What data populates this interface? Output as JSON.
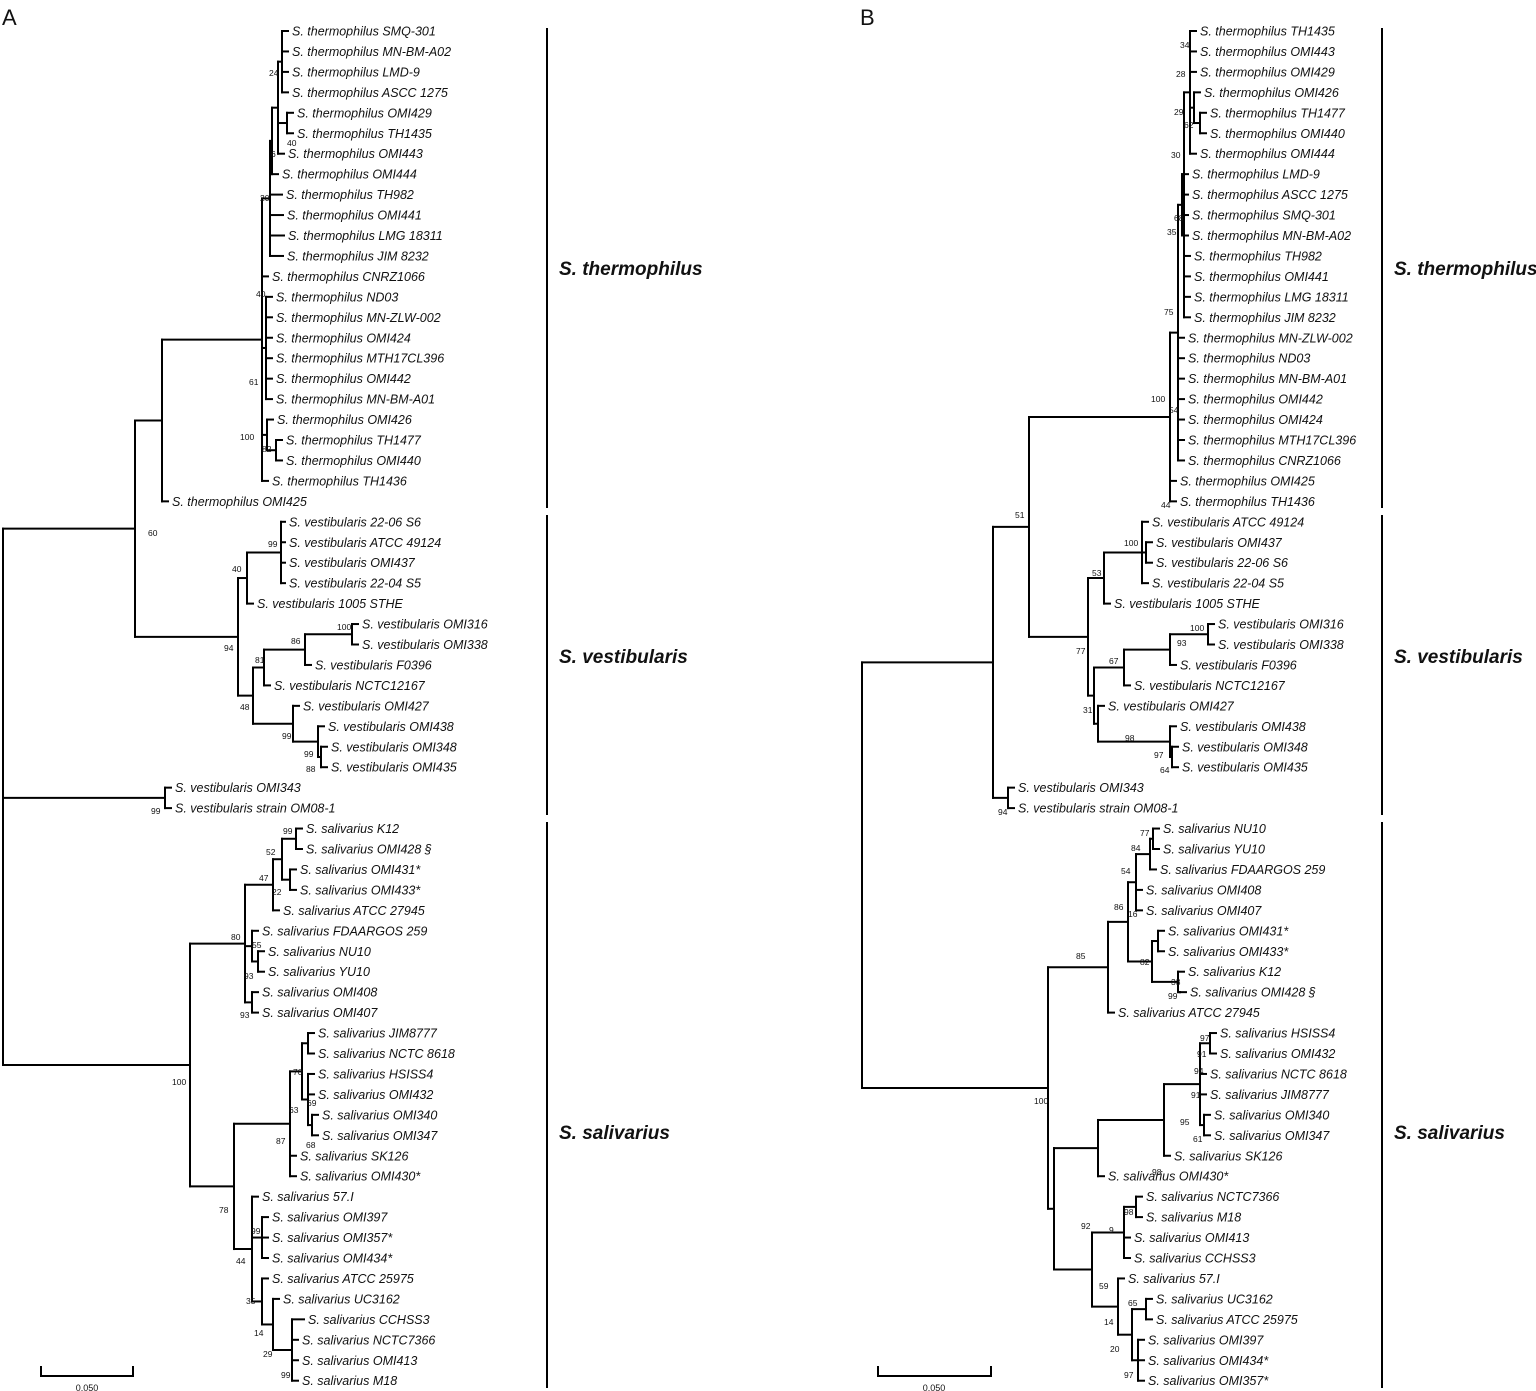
{
  "panels": [
    {
      "label": "A",
      "scale_label": "0.050",
      "clades": [
        "S. thermophilus",
        "S. vestibularis",
        "S. salivarius"
      ],
      "leaves": [
        {
          "genus": "S.",
          "name": "thermophilus SMQ-301"
        },
        {
          "genus": "S.",
          "name": "thermophilus MN-BM-A02"
        },
        {
          "genus": "S.",
          "name": "thermophilus LMD-9"
        },
        {
          "genus": "S.",
          "name": "thermophilus ASCC 1275"
        },
        {
          "genus": "S.",
          "name": "thermophilus OMI429"
        },
        {
          "genus": "S.",
          "name": "thermophilus TH1435"
        },
        {
          "genus": "S.",
          "name": "thermophilus OMI443"
        },
        {
          "genus": "S.",
          "name": "thermophilus OMI444"
        },
        {
          "genus": "S.",
          "name": "thermophilus TH982"
        },
        {
          "genus": "S.",
          "name": "thermophilus OMI441"
        },
        {
          "genus": "S.",
          "name": "thermophilus LMG 18311"
        },
        {
          "genus": "S.",
          "name": "thermophilus JIM 8232"
        },
        {
          "genus": "S.",
          "name": "thermophilus CNRZ1066"
        },
        {
          "genus": "S.",
          "name": "thermophilus ND03"
        },
        {
          "genus": "S.",
          "name": "thermophilus MN-ZLW-002"
        },
        {
          "genus": "S.",
          "name": "thermophilus OMI424"
        },
        {
          "genus": "S.",
          "name": "thermophilus MTH17CL396"
        },
        {
          "genus": "S.",
          "name": "thermophilus OMI442"
        },
        {
          "genus": "S.",
          "name": "thermophilus MN-BM-A01"
        },
        {
          "genus": "S.",
          "name": "thermophilus OMI426"
        },
        {
          "genus": "S.",
          "name": "thermophilus TH1477"
        },
        {
          "genus": "S.",
          "name": "thermophilus OMI440"
        },
        {
          "genus": "S.",
          "name": "thermophilus TH1436"
        },
        {
          "genus": "S.",
          "name": "thermophilus OMI425"
        },
        {
          "genus": "S.",
          "name": "vestibularis 22-06 S6"
        },
        {
          "genus": "S.",
          "name": "vestibularis ATCC 49124"
        },
        {
          "genus": "S.",
          "name": "vestibularis OMI437"
        },
        {
          "genus": "S.",
          "name": "vestibularis 22-04 S5"
        },
        {
          "genus": "S.",
          "name": "vestibularis 1005 STHE"
        },
        {
          "genus": "S.",
          "name": "vestibularis OMI316"
        },
        {
          "genus": "S.",
          "name": "vestibularis OMI338"
        },
        {
          "genus": "S.",
          "name": "vestibularis F0396"
        },
        {
          "genus": "S.",
          "name": "vestibularis NCTC12167"
        },
        {
          "genus": "S.",
          "name": "vestibularis OMI427"
        },
        {
          "genus": "S.",
          "name": "vestibularis OMI438"
        },
        {
          "genus": "S.",
          "name": "vestibularis OMI348"
        },
        {
          "genus": "S.",
          "name": "vestibularis OMI435"
        },
        {
          "genus": "S.",
          "name": "vestibularis OMI343"
        },
        {
          "genus": "S.",
          "name": "vestibularis strain OM08-1"
        },
        {
          "genus": "S.",
          "name": "salivarius K12"
        },
        {
          "genus": "S.",
          "name": "salivarius OMI428 §"
        },
        {
          "genus": "S.",
          "name": "salivarius OMI431*"
        },
        {
          "genus": "S.",
          "name": "salivarius OMI433*"
        },
        {
          "genus": "S.",
          "name": "salivarius ATCC 27945"
        },
        {
          "genus": "S.",
          "name": "salivarius FDAARGOS 259"
        },
        {
          "genus": "S.",
          "name": "salivarius NU10"
        },
        {
          "genus": "S.",
          "name": "salivarius YU10"
        },
        {
          "genus": "S.",
          "name": "salivarius OMI408"
        },
        {
          "genus": "S.",
          "name": "salivarius OMI407"
        },
        {
          "genus": "S.",
          "name": "salivarius JIM8777"
        },
        {
          "genus": "S.",
          "name": "salivarius NCTC 8618"
        },
        {
          "genus": "S.",
          "name": "salivarius HSISS4"
        },
        {
          "genus": "S.",
          "name": "salivarius OMI432"
        },
        {
          "genus": "S.",
          "name": "salivarius OMI340"
        },
        {
          "genus": "S.",
          "name": "salivarius OMI347"
        },
        {
          "genus": "S.",
          "name": "salivarius SK126"
        },
        {
          "genus": "S.",
          "name": "salivarius OMI430*"
        },
        {
          "genus": "S.",
          "name": "salivarius 57.I"
        },
        {
          "genus": "S.",
          "name": "salivarius OMI397"
        },
        {
          "genus": "S.",
          "name": "salivarius OMI357*"
        },
        {
          "genus": "S.",
          "name": "salivarius OMI434*"
        },
        {
          "genus": "S.",
          "name": "salivarius ATCC 25975"
        },
        {
          "genus": "S.",
          "name": "salivarius UC3162"
        },
        {
          "genus": "S.",
          "name": "salivarius CCHSS3"
        },
        {
          "genus": "S.",
          "name": "salivarius NCTC7366"
        },
        {
          "genus": "S.",
          "name": "salivarius OMI413"
        },
        {
          "genus": "S.",
          "name": "salivarius M18"
        }
      ],
      "bootstrap": [
        "24",
        "40",
        "6",
        "20",
        "40",
        "61",
        "100",
        "82",
        "60",
        "99",
        "40",
        "94",
        "100",
        "86",
        "81",
        "48",
        "99",
        "99",
        "88",
        "99",
        "99",
        "52",
        "47",
        "22",
        "80",
        "55",
        "93",
        "93",
        "100",
        "70",
        "69",
        "63",
        "68",
        "87",
        "78",
        "99",
        "44",
        "35",
        "14",
        "29",
        "99"
      ]
    },
    {
      "label": "B",
      "scale_label": "0.050",
      "clades": [
        "S. thermophilus",
        "S. vestibularis",
        "S. salivarius"
      ],
      "leaves": [
        {
          "genus": "S.",
          "name": "thermophilus TH1435"
        },
        {
          "genus": "S.",
          "name": "thermophilus OMI443"
        },
        {
          "genus": "S.",
          "name": "thermophilus OMI429"
        },
        {
          "genus": "S.",
          "name": "thermophilus OMI426"
        },
        {
          "genus": "S.",
          "name": "thermophilus TH1477"
        },
        {
          "genus": "S.",
          "name": "thermophilus OMI440"
        },
        {
          "genus": "S.",
          "name": "thermophilus OMI444"
        },
        {
          "genus": "S.",
          "name": "thermophilus LMD-9"
        },
        {
          "genus": "S.",
          "name": "thermophilus ASCC 1275"
        },
        {
          "genus": "S.",
          "name": "thermophilus SMQ-301"
        },
        {
          "genus": "S.",
          "name": "thermophilus MN-BM-A02"
        },
        {
          "genus": "S.",
          "name": "thermophilus TH982"
        },
        {
          "genus": "S.",
          "name": "thermophilus OMI441"
        },
        {
          "genus": "S.",
          "name": "thermophilus LMG 18311"
        },
        {
          "genus": "S.",
          "name": "thermophilus JIM 8232"
        },
        {
          "genus": "S.",
          "name": "thermophilus MN-ZLW-002"
        },
        {
          "genus": "S.",
          "name": "thermophilus ND03"
        },
        {
          "genus": "S.",
          "name": "thermophilus MN-BM-A01"
        },
        {
          "genus": "S.",
          "name": "thermophilus OMI442"
        },
        {
          "genus": "S.",
          "name": "thermophilus OMI424"
        },
        {
          "genus": "S.",
          "name": "thermophilus MTH17CL396"
        },
        {
          "genus": "S.",
          "name": "thermophilus CNRZ1066"
        },
        {
          "genus": "S.",
          "name": "thermophilus OMI425"
        },
        {
          "genus": "S.",
          "name": "thermophilus TH1436"
        },
        {
          "genus": "S.",
          "name": "vestibularis ATCC 49124"
        },
        {
          "genus": "S.",
          "name": "vestibularis OMI437"
        },
        {
          "genus": "S.",
          "name": "vestibularis 22-06 S6"
        },
        {
          "genus": "S.",
          "name": "vestibularis 22-04 S5"
        },
        {
          "genus": "S.",
          "name": "vestibularis 1005 STHE"
        },
        {
          "genus": "S.",
          "name": "vestibularis OMI316"
        },
        {
          "genus": "S.",
          "name": "vestibularis OMI338"
        },
        {
          "genus": "S.",
          "name": "vestibularis F0396"
        },
        {
          "genus": "S.",
          "name": "vestibularis NCTC12167"
        },
        {
          "genus": "S.",
          "name": "vestibularis OMI427"
        },
        {
          "genus": "S.",
          "name": "vestibularis OMI438"
        },
        {
          "genus": "S.",
          "name": "vestibularis OMI348"
        },
        {
          "genus": "S.",
          "name": "vestibularis OMI435"
        },
        {
          "genus": "S.",
          "name": "vestibularis OMI343"
        },
        {
          "genus": "S.",
          "name": "vestibularis strain OM08-1"
        },
        {
          "genus": "S.",
          "name": "salivarius NU10"
        },
        {
          "genus": "S.",
          "name": "salivarius YU10"
        },
        {
          "genus": "S.",
          "name": "salivarius FDAARGOS 259"
        },
        {
          "genus": "S.",
          "name": "salivarius OMI408"
        },
        {
          "genus": "S.",
          "name": "salivarius OMI407"
        },
        {
          "genus": "S.",
          "name": "salivarius OMI431*"
        },
        {
          "genus": "S.",
          "name": "salivarius OMI433*"
        },
        {
          "genus": "S.",
          "name": "salivarius K12"
        },
        {
          "genus": "S.",
          "name": "salivarius OMI428 §"
        },
        {
          "genus": "S.",
          "name": "salivarius ATCC 27945"
        },
        {
          "genus": "S.",
          "name": "salivarius HSISS4"
        },
        {
          "genus": "S.",
          "name": "salivarius OMI432"
        },
        {
          "genus": "S.",
          "name": "salivarius NCTC 8618"
        },
        {
          "genus": "S.",
          "name": "salivarius JIM8777"
        },
        {
          "genus": "S.",
          "name": "salivarius OMI340"
        },
        {
          "genus": "S.",
          "name": "salivarius OMI347"
        },
        {
          "genus": "S.",
          "name": "salivarius SK126"
        },
        {
          "genus": "S.",
          "name": "salivarius OMI430*"
        },
        {
          "genus": "S.",
          "name": "salivarius NCTC7366"
        },
        {
          "genus": "S.",
          "name": "salivarius M18"
        },
        {
          "genus": "S.",
          "name": "salivarius OMI413"
        },
        {
          "genus": "S.",
          "name": "salivarius CCHSS3"
        },
        {
          "genus": "S.",
          "name": "salivarius 57.I"
        },
        {
          "genus": "S.",
          "name": "salivarius UC3162"
        },
        {
          "genus": "S.",
          "name": "salivarius ATCC 25975"
        },
        {
          "genus": "S.",
          "name": "salivarius OMI397"
        },
        {
          "genus": "S.",
          "name": "salivarius OMI434*"
        },
        {
          "genus": "S.",
          "name": "salivarius OMI357*"
        }
      ],
      "bootstrap": [
        "34",
        "28",
        "29",
        "62",
        "30",
        "68",
        "35",
        "75",
        "100",
        "54",
        "44",
        "51",
        "100",
        "53",
        "93",
        "100",
        "67",
        "77",
        "31",
        "98",
        "97",
        "64",
        "94",
        "77",
        "84",
        "54",
        "86",
        "16",
        "82",
        "33",
        "99",
        "85",
        "97",
        "91",
        "94",
        "91",
        "95",
        "61",
        "98",
        "100",
        "98",
        "9",
        "92",
        "59",
        "65",
        "14",
        "20",
        "97"
      ]
    }
  ]
}
